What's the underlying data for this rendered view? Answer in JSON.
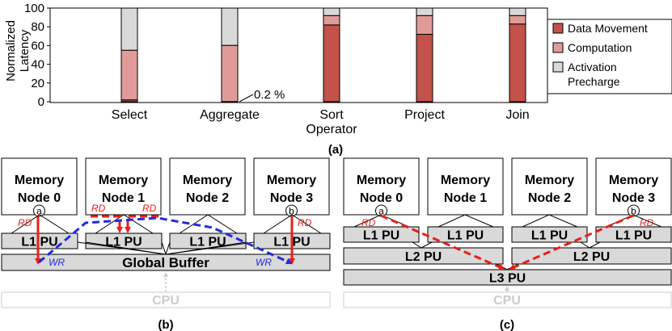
{
  "panel_a": {
    "caption": "(a)",
    "chart_data": {
      "type": "bar",
      "stacked": true,
      "ylabel": "Normalized\nLatency",
      "ylim": [
        0,
        100
      ],
      "yticks": [
        0,
        20,
        40,
        60,
        80,
        100
      ],
      "categories": [
        "Select",
        "Aggregate",
        "Sort\nOperator",
        "Project",
        "Join"
      ],
      "series": [
        {
          "name": "Data Movement",
          "color": "#c2524a",
          "values": [
            2,
            0.2,
            82,
            72,
            83
          ]
        },
        {
          "name": "Computation",
          "color": "#e09b98",
          "values": [
            53,
            60,
            10,
            20,
            9
          ]
        },
        {
          "name": "Activation\nPrecharge",
          "color": "#d9d9d9",
          "values": [
            45,
            39.8,
            8,
            8,
            8
          ]
        }
      ],
      "annotation": "0.2 %",
      "legend_position": "right"
    }
  },
  "panel_b": {
    "caption": "(b)",
    "nodes": [
      "Memory\nNode 0",
      "Memory\nNode 1",
      "Memory\nNode 2",
      "Memory\nNode 3"
    ],
    "pu_label": "L1 PU",
    "buffer_label": "Global Buffer",
    "cpu_label": "CPU",
    "node_markers": [
      "a",
      "b"
    ],
    "rd_label": "RD",
    "wr_label": "WR"
  },
  "panel_c": {
    "caption": "(c)",
    "nodes": [
      "Memory\nNode 0",
      "Memory\nNode 1",
      "Memory\nNode 2",
      "Memory\nNode 3"
    ],
    "l1_label": "L1 PU",
    "l2_label": "L2 PU",
    "l3_label": "L3 PU",
    "cpu_label": "CPU",
    "node_markers": [
      "a",
      "b"
    ],
    "rd_label": "RD"
  },
  "colors": {
    "pu_fill": "#d9d9d9",
    "arrow_red": "#e8201a",
    "arrow_blue": "#1f2ce0",
    "cpu_gray": "#cccccc"
  }
}
